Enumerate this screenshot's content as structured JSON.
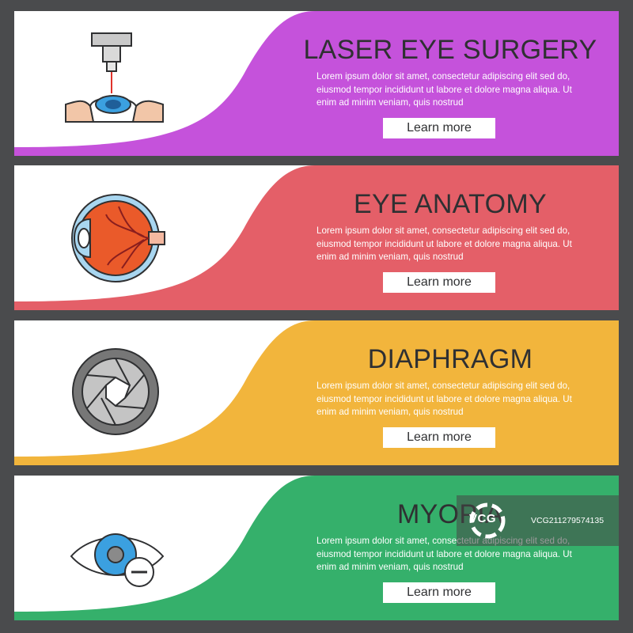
{
  "banners": [
    {
      "title": "LASER EYE SURGERY",
      "body": "Lorem ipsum dolor sit amet, consectetur adipiscing elit sed do, eiusmod tempor incididunt ut labore et dolore magna aliqua. Ut enim ad minim veniam, quis nostrud",
      "button_label": "Learn more",
      "color": "#c552db",
      "icon": "laser-eye-surgery-icon"
    },
    {
      "title": "EYE ANATOMY",
      "body": "Lorem ipsum dolor sit amet, consectetur adipiscing elit sed do, eiusmod tempor incididunt ut labore et dolore magna aliqua. Ut enim ad minim veniam, quis nostrud",
      "button_label": "Learn more",
      "color": "#e45f68",
      "icon": "eye-anatomy-icon"
    },
    {
      "title": "DIAPHRAGM",
      "body": "Lorem ipsum dolor sit amet, consectetur adipiscing elit sed do, eiusmod tempor incididunt ut labore et dolore magna aliqua. Ut enim ad minim veniam, quis nostrud",
      "button_label": "Learn more",
      "color": "#f2b53c",
      "icon": "diaphragm-icon"
    },
    {
      "title": "MYOPIA",
      "body": "Lorem ipsum dolor sit amet, consectetur adipiscing elit sed do, eiusmod tempor incididunt ut labore et dolore magna aliqua. Ut enim ad minim veniam, quis nostrud",
      "button_label": "Learn more",
      "color": "#35b06b",
      "icon": "myopia-icon"
    }
  ],
  "watermark": {
    "logo": "VCG",
    "id": "VCG211279574135"
  }
}
